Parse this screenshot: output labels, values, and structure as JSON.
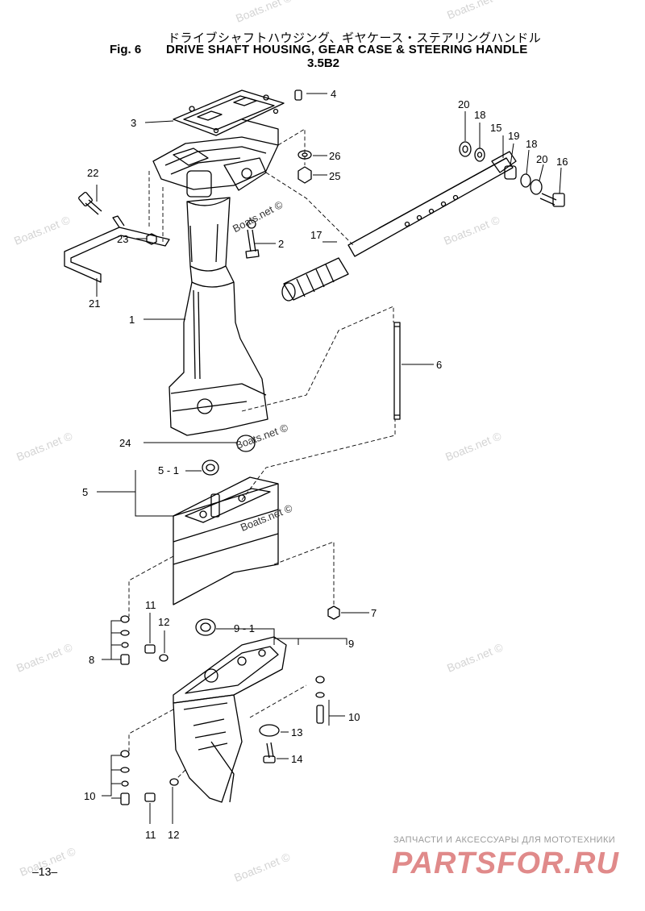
{
  "header": {
    "title_jp": "ドライブシャフトハウジング、ギヤケース・ステアリングハンドル",
    "fig_label": "Fig. 6",
    "title_en": "DRIVE SHAFT HOUSING, GEAR CASE & STEERING HANDLE",
    "model": "3.5B2"
  },
  "watermark": "Boats.net ©",
  "page_number": "–13–",
  "brand": {
    "subtitle": "ЗАПЧАСТИ И АКСЕССУАРЫ ДЛЯ МОТОТЕХНИКИ",
    "name": "PARTSFOR.RU"
  },
  "callouts": {
    "c1": "1",
    "c2": "2",
    "c3": "3",
    "c4": "4",
    "c5": "5",
    "c5_1": "5 - 1",
    "c6": "6",
    "c7": "7",
    "c8": "8",
    "c9": "9",
    "c9_1": "9 - 1",
    "c10_right": "10",
    "c10_left": "10",
    "c11_top": "11",
    "c11_bottom": "11",
    "c12_top": "12",
    "c12_bottom": "12",
    "c13": "13",
    "c14": "14",
    "c15": "15",
    "c16": "16",
    "c17": "17",
    "c18_a": "18",
    "c18_b": "18",
    "c19": "19",
    "c20_a": "20",
    "c20_b": "20",
    "c21": "21",
    "c22": "22",
    "c23": "23",
    "c24": "24",
    "c25": "25",
    "c26": "26"
  }
}
